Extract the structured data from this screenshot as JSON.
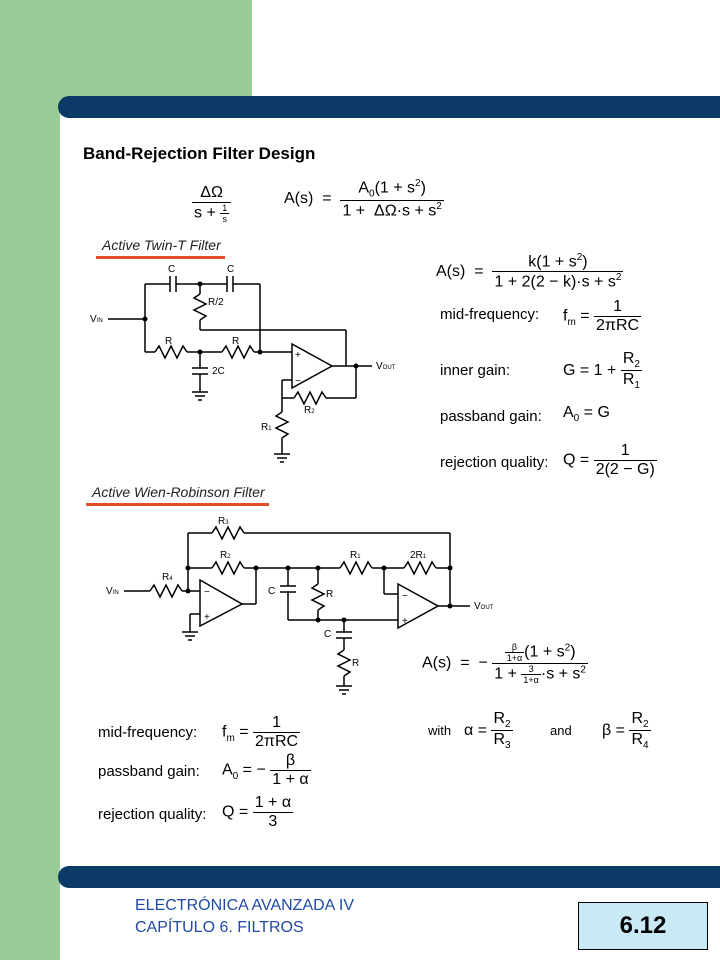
{
  "title": "Band-Rejection Filter Design",
  "footer": {
    "line1": "ELECTRÓNICA AVANZADA IV",
    "line2": "CAPÍTULO 6. FILTROS",
    "page_number": "6.12"
  },
  "twin_t": {
    "heading": "Active Twin-T Filter",
    "labels": {
      "mid_frequency": "mid-frequency:",
      "inner_gain": "inner gain:",
      "passband_gain": "passband gain:",
      "rejection_quality": "rejection quality:"
    }
  },
  "wien": {
    "heading": "Active Wien-Robinson Filter",
    "labels": {
      "mid_frequency": "mid-frequency:",
      "passband_gain": "passband gain:",
      "rejection_quality": "rejection quality:",
      "with": "with",
      "and": "and"
    }
  }
}
